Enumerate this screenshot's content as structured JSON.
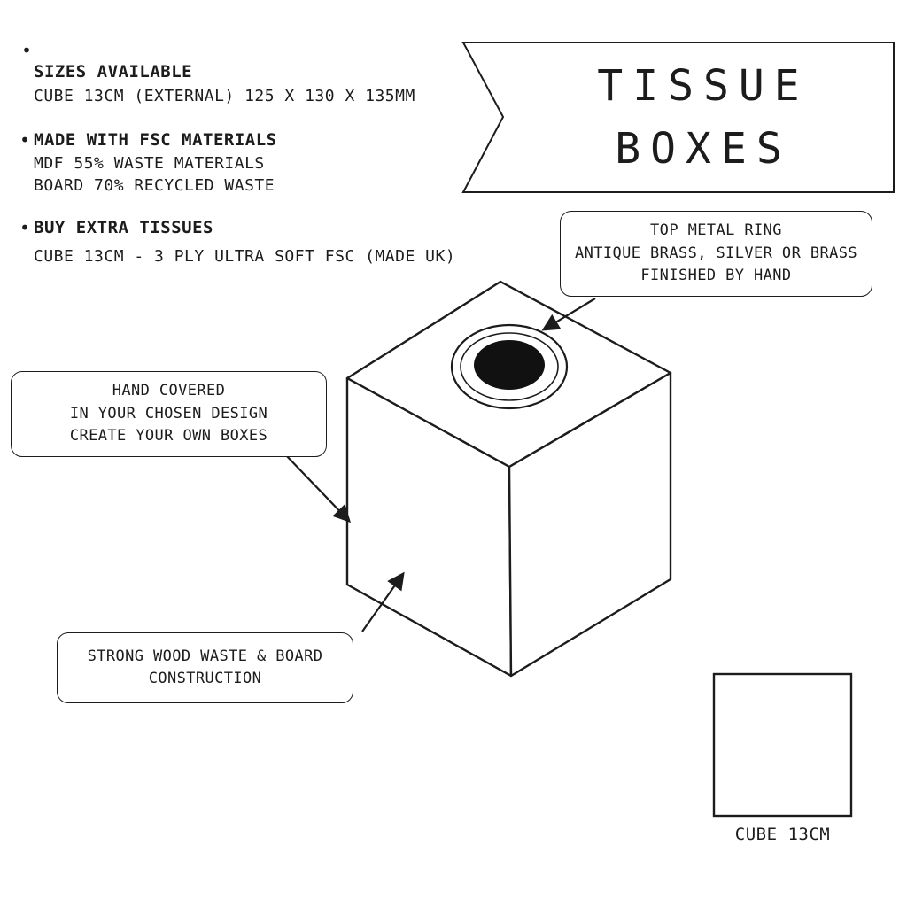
{
  "glyphs": {
    "bullet": "•"
  },
  "banner": {
    "line1": "TISSUE",
    "line2": "BOXES"
  },
  "bullets": [
    {
      "title": "SIZES AVAILABLE",
      "lines": [
        "CUBE 13CM (EXTERNAL) 125 X 130 X 135MM"
      ]
    },
    {
      "title": "MADE WITH FSC MATERIALS",
      "lines": [
        "MDF 55% WASTE MATERIALS",
        "BOARD 70% RECYCLED WASTE"
      ]
    },
    {
      "title": "BUY EXTRA TISSUES",
      "lines": [
        "CUBE 13CM - 3 PLY ULTRA SOFT FSC (MADE UK)"
      ]
    }
  ],
  "callouts": {
    "metal_ring": {
      "line1": "TOP METAL RING",
      "line2": "ANTIQUE BRASS, SILVER OR BRASS",
      "line3": "FINISHED BY HAND"
    },
    "hand_covered": {
      "line1": "HAND COVERED",
      "line2": "IN YOUR CHOSEN DESIGN",
      "line3": "CREATE YOUR OWN BOXES"
    },
    "construction": {
      "line1": "STRONG WOOD WASTE & BOARD",
      "line2": "CONSTRUCTION"
    }
  },
  "size_reference": {
    "label": "CUBE 13CM"
  },
  "colors": {
    "ink": "#1c1c1c",
    "background": "#ffffff",
    "hole_fill": "#111111"
  }
}
